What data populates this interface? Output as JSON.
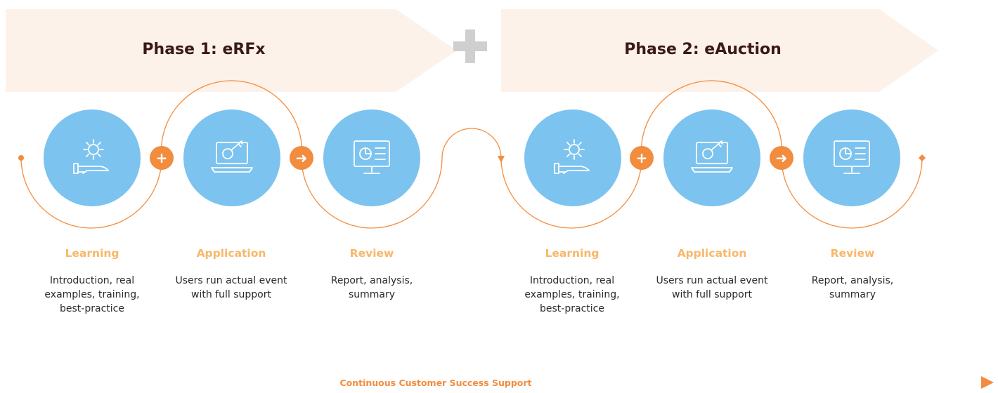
{
  "phases": [
    {
      "title": "Phase 1: eRFx"
    },
    {
      "title": "Phase 2: eAuction"
    }
  ],
  "steps": [
    {
      "title": "Learning",
      "desc": "Introduction, real examples, training, best-practice",
      "icon": "gear-hand-icon"
    },
    {
      "title": "Application",
      "desc": "Users run actual event with full support",
      "icon": "laptop-key-icon"
    },
    {
      "title": "Review",
      "desc": "Report, analysis, summary",
      "icon": "monitor-chart-icon"
    },
    {
      "title": "Learning",
      "desc": "Introduction, real examples, training, best-practice",
      "icon": "gear-hand-icon"
    },
    {
      "title": "Application",
      "desc": "Users run actual event with full support",
      "icon": "laptop-key-icon"
    },
    {
      "title": "Review",
      "desc": "Report, analysis, summary",
      "icon": "monitor-chart-icon"
    }
  ],
  "connectors": [
    "+",
    "➜",
    "+",
    "➜"
  ],
  "footer": {
    "label": "Continuous Customer Success Support"
  },
  "colors": {
    "banner": "#fdf2ea",
    "circle": "#7cc3ef",
    "accent": "#f28c3e",
    "step_title": "#f7b86a",
    "phase_text": "#3a1a14",
    "plus_join": "#cfcfcf"
  }
}
